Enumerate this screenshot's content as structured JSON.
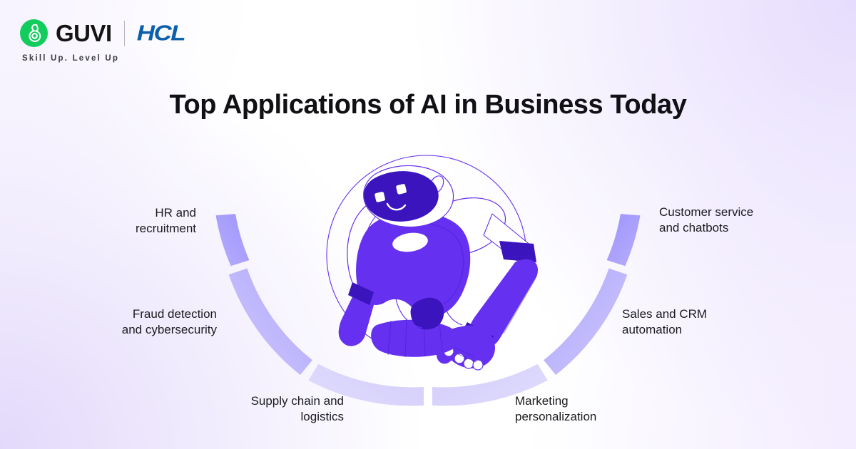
{
  "header": {
    "guvi_name": "GUVI",
    "guvi_tagline": "Skill Up. Level Up",
    "partner_name": "HCL",
    "brand_green": "#12cc5d",
    "partner_blue": "#0b5fab"
  },
  "title": "Top Applications of AI in Business Today",
  "diagram": {
    "type": "circular-arc-infographic",
    "center_illustration": "ai-robot-illustration",
    "arc_color_top": "#9f94fc",
    "arc_color_bottom": "#d9d3fb",
    "robot_primary": "#6530f0",
    "robot_dark": "#3b14bd",
    "items": [
      {
        "label": "HR and\nrecruitment",
        "side": "left",
        "position": "upper"
      },
      {
        "label": "Fraud detection\nand cybersecurity",
        "side": "left",
        "position": "middle"
      },
      {
        "label": "Supply chain and\nlogistics",
        "side": "left",
        "position": "lower"
      },
      {
        "label": "Customer service\nand chatbots",
        "side": "right",
        "position": "upper"
      },
      {
        "label": "Sales and CRM\nautomation",
        "side": "right",
        "position": "middle"
      },
      {
        "label": "Marketing\npersonalization",
        "side": "right",
        "position": "lower"
      }
    ]
  }
}
